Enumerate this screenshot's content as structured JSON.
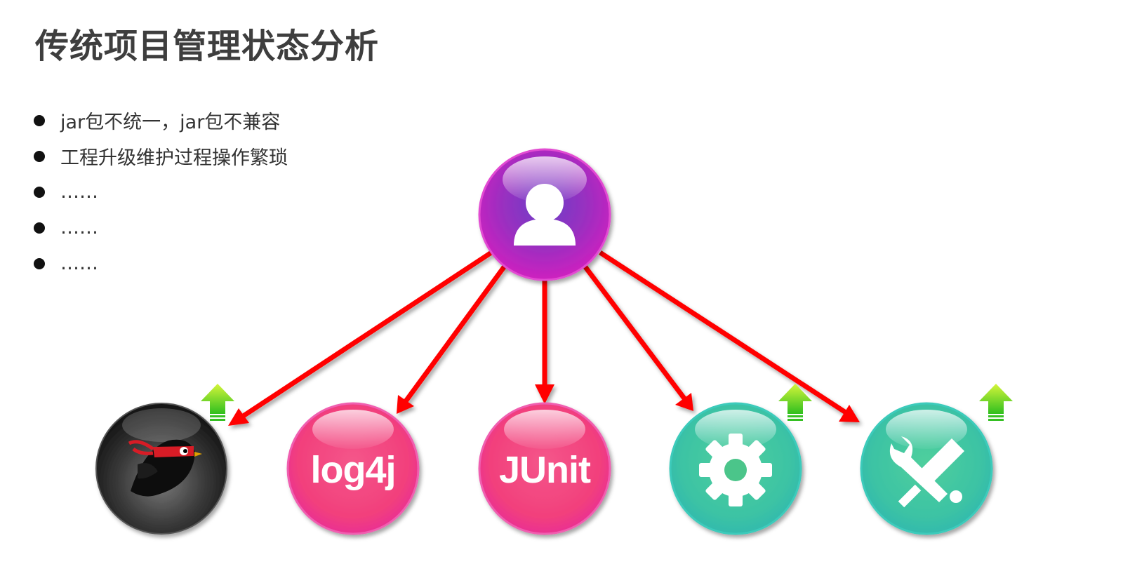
{
  "title": "传统项目管理状态分析",
  "bullets": [
    "jar包不统一，jar包不兼容",
    "工程升级维护过程操作繁琐",
    "……",
    "……",
    "……"
  ],
  "diagram": {
    "center": {
      "icon": "user-icon",
      "color": "#b62bc0"
    },
    "nodes": [
      {
        "icon": "ninja-bird-icon",
        "label": "",
        "color": "#2b2b2b",
        "upgrade": true
      },
      {
        "icon": "",
        "label": "log4j",
        "color": "#f0407f",
        "upgrade": false
      },
      {
        "icon": "",
        "label": "JUnit",
        "color": "#f0407f",
        "upgrade": false
      },
      {
        "icon": "gear-icon",
        "label": "",
        "color": "#3cc3a4",
        "upgrade": true
      },
      {
        "icon": "wrench-screwdriver-icon",
        "label": "",
        "color": "#3cc3a4",
        "upgrade": true
      }
    ],
    "arrow_color": "#ff0000"
  }
}
